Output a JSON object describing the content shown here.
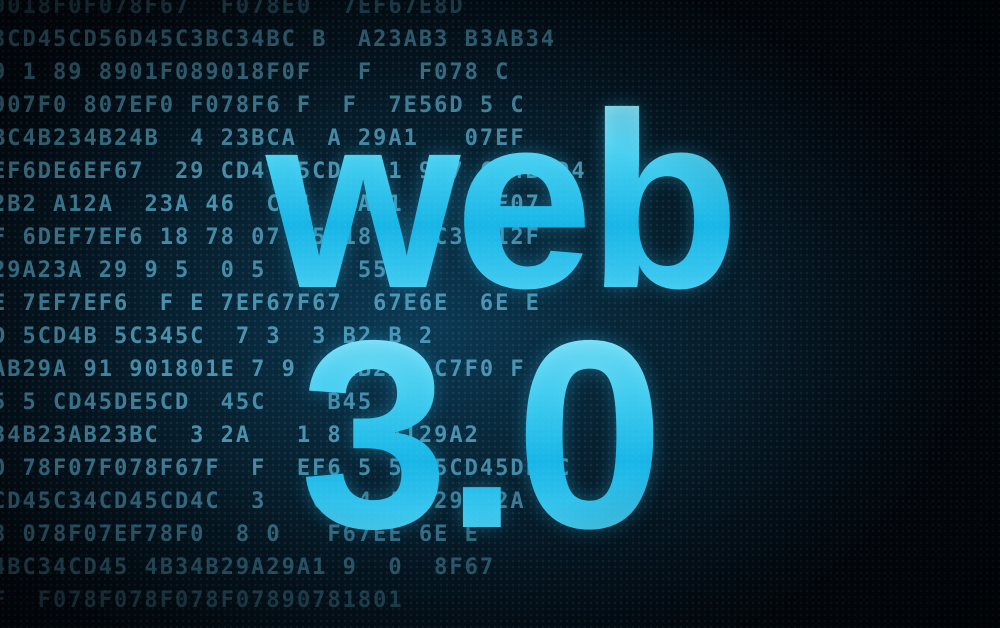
{
  "headline": {
    "word": "web",
    "version": "3.0"
  },
  "code_rows": [
    "9018F0F078F67  F078E0  7EF67E8D",
    "3CD45CD56D45C3BC34BC B  A23AB3 B3AB34",
    "9 1 89 8901F089018F0F   F   F078 C",
    "907F0 807EF0 F078F6 F  F  7E56D 5 C",
    "BC4B234B24B  4 23BCA  A 29A1   07EF",
    "EF6DE6EF67  29 CD4  5CD4  1 907 CD4BCD4",
    "2B2 A12A  23A 46  C34  DA 1    18F07",
    "F 6DEF7EF6 18 78 07  5 18    C3 412F",
    "29A23A 29 9 5  0 5  1   55  F",
    "E 7EF7EF6  F E 7EF67F67  67E6E  6E E",
    "D 5CD4B 5C345C  7 3  3 B2 B 2",
    "AB29A 91 901801E 7 9  3AB2A  C7F0 F",
    "5 5 CD45DE5CD  45C    B45",
    "34B23AB23BC  3 2A   1 8 9DA129A2",
    "0 78F07F078F67F  F  EF6 5 5DE5CD45DE C",
    "CD45C34CD45CD4C  3   C3 4 A  29A12A",
    "8 078F07EF78F0  8 0   F67EE 6E E",
    "4BC34CD45 4B34B29A29A1 9  0  8F67",
    "F  F078F078F078F07890781801"
  ]
}
